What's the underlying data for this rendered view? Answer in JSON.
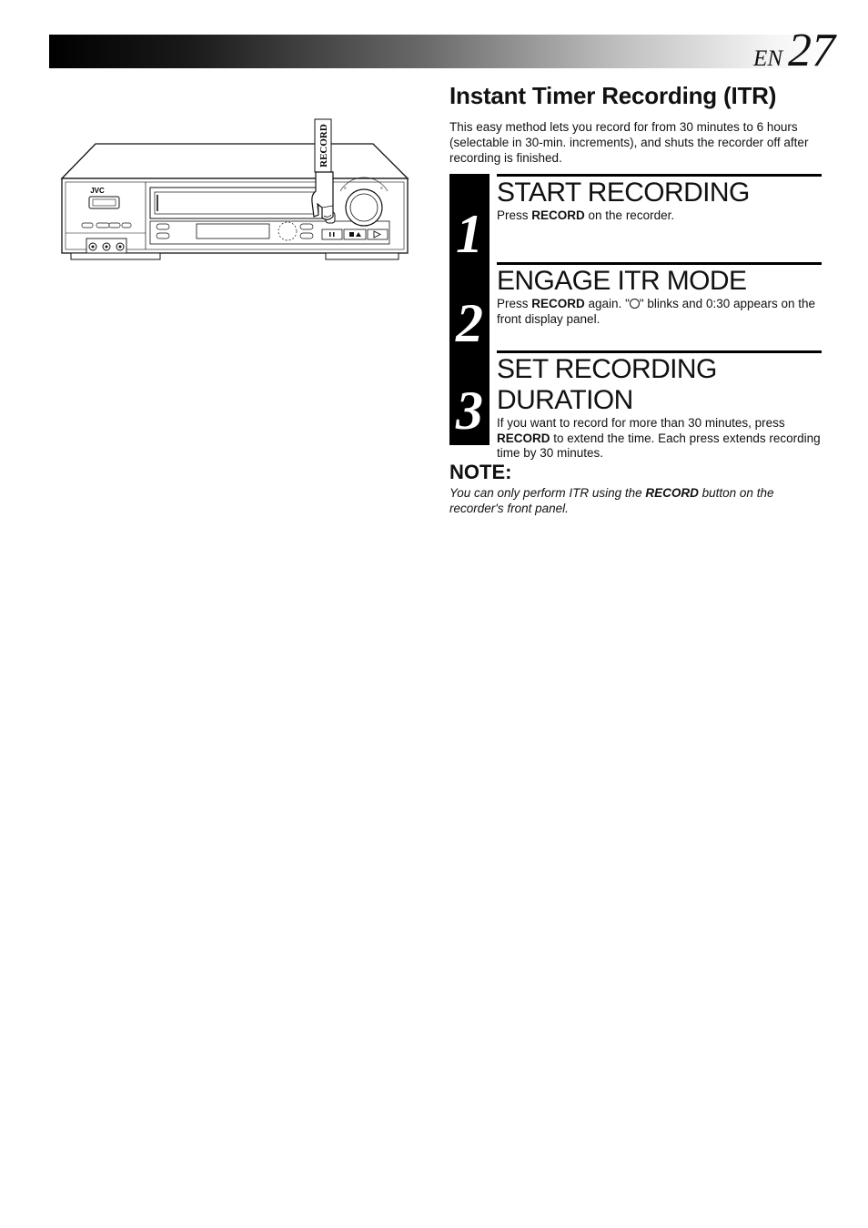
{
  "header": {
    "lang": "EN",
    "page_number": "27"
  },
  "title": "Instant Timer Recording (ITR)",
  "intro": "This easy method lets you record for from 30 minutes to 6 hours (selectable in 30-min. increments), and shuts the recorder off after recording is finished.",
  "illustration": {
    "brand": "JVC",
    "button_label": "RECORD"
  },
  "steps": [
    {
      "number": "1",
      "heading": "START RECORDING",
      "pre": "Press ",
      "bold": "RECORD",
      "post": " on the recorder."
    },
    {
      "number": "2",
      "heading": "ENGAGE ITR MODE",
      "pre": "Press ",
      "bold": "RECORD",
      "mid": " again. \"",
      "post": "\" blinks and 0:30 appears on the front display panel."
    },
    {
      "number": "3",
      "heading": "SET RECORDING DURATION",
      "pre": "If you want to record for more than 30 minutes, press ",
      "bold": "RECORD",
      "post": " to extend the time. Each press extends recording time by 30 minutes."
    }
  ],
  "note": {
    "title": "NOTE:",
    "pre": "You can only perform ITR using the ",
    "bold": "RECORD",
    "post": " button on the recorder's front panel."
  }
}
